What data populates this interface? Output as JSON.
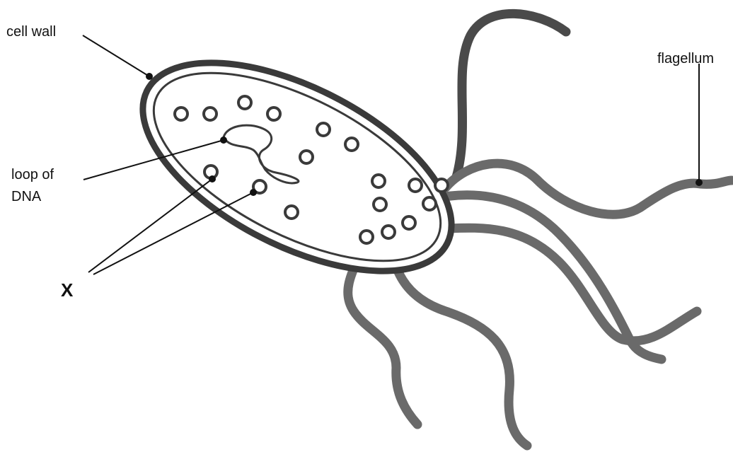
{
  "labels": {
    "cell_wall": "cell wall",
    "flagellum": "flagellum",
    "loop_line1": "loop of",
    "loop_line2": "DNA",
    "x": "X"
  },
  "colors": {
    "background": "#ffffff",
    "wall": "#3a3a3a",
    "flagella": "#6a6a6a",
    "ink": "#111111"
  }
}
